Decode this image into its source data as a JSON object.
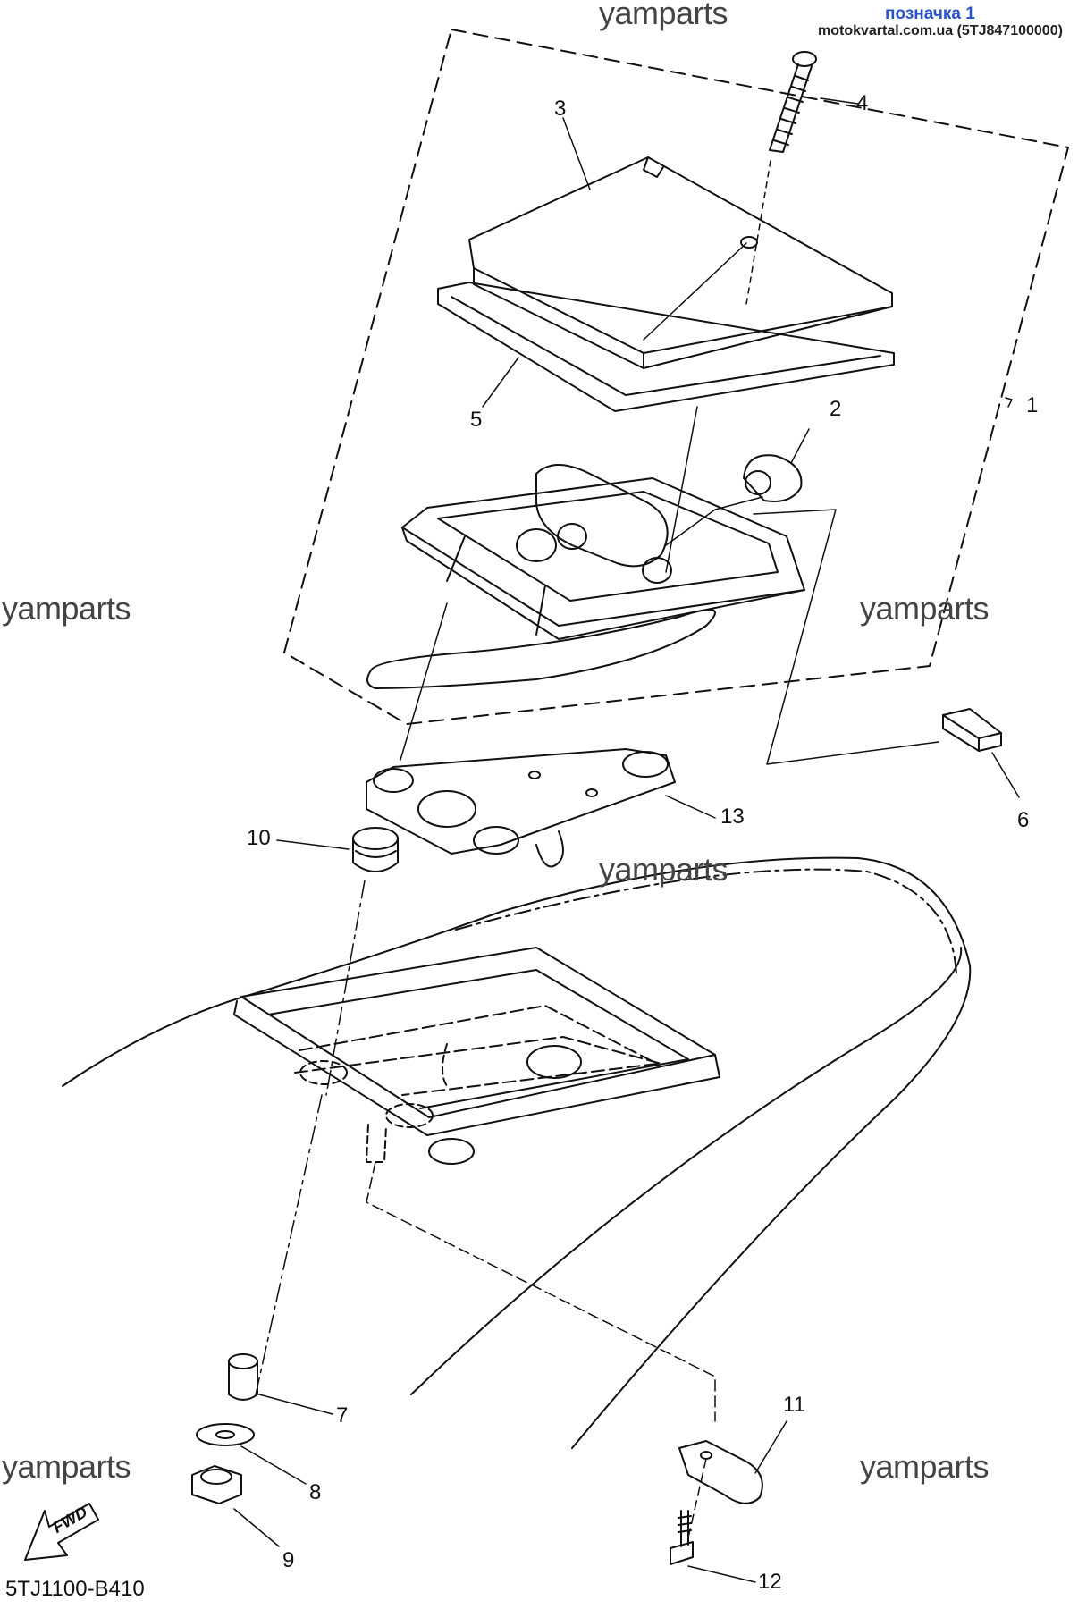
{
  "badge": {
    "title": "позначка 1",
    "subtitle": "motokvartal.com.ua (5TJ847100000)"
  },
  "watermarks": [
    "yamparts",
    "yamparts",
    "yamparts",
    "yamparts",
    "yamparts",
    "yamparts"
  ],
  "callouts": [
    "1",
    "2",
    "3",
    "4",
    "5",
    "6",
    "7",
    "8",
    "9",
    "10",
    "11",
    "12",
    "13"
  ],
  "fwd_label": "FWD",
  "diagram_code": "5TJ1100-B410"
}
